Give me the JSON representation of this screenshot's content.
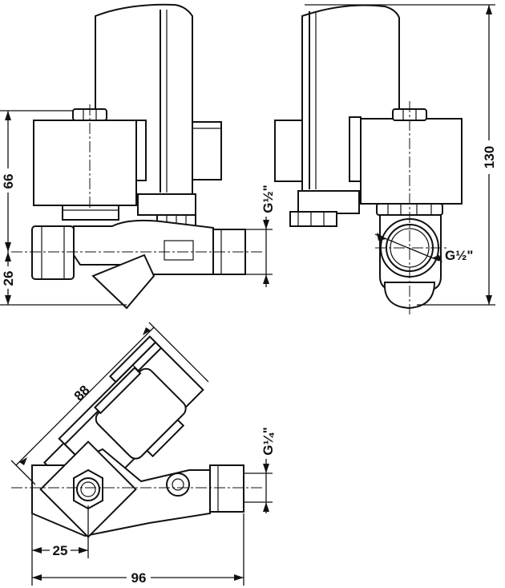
{
  "dimensions": {
    "height_66": "66",
    "height_26": "26",
    "height_130": "130",
    "diag_88": "88",
    "width_25": "25",
    "width_96": "96"
  },
  "threads": {
    "front_side": "G½\"",
    "side_port": "G½\"",
    "top_port": "G¼\""
  }
}
